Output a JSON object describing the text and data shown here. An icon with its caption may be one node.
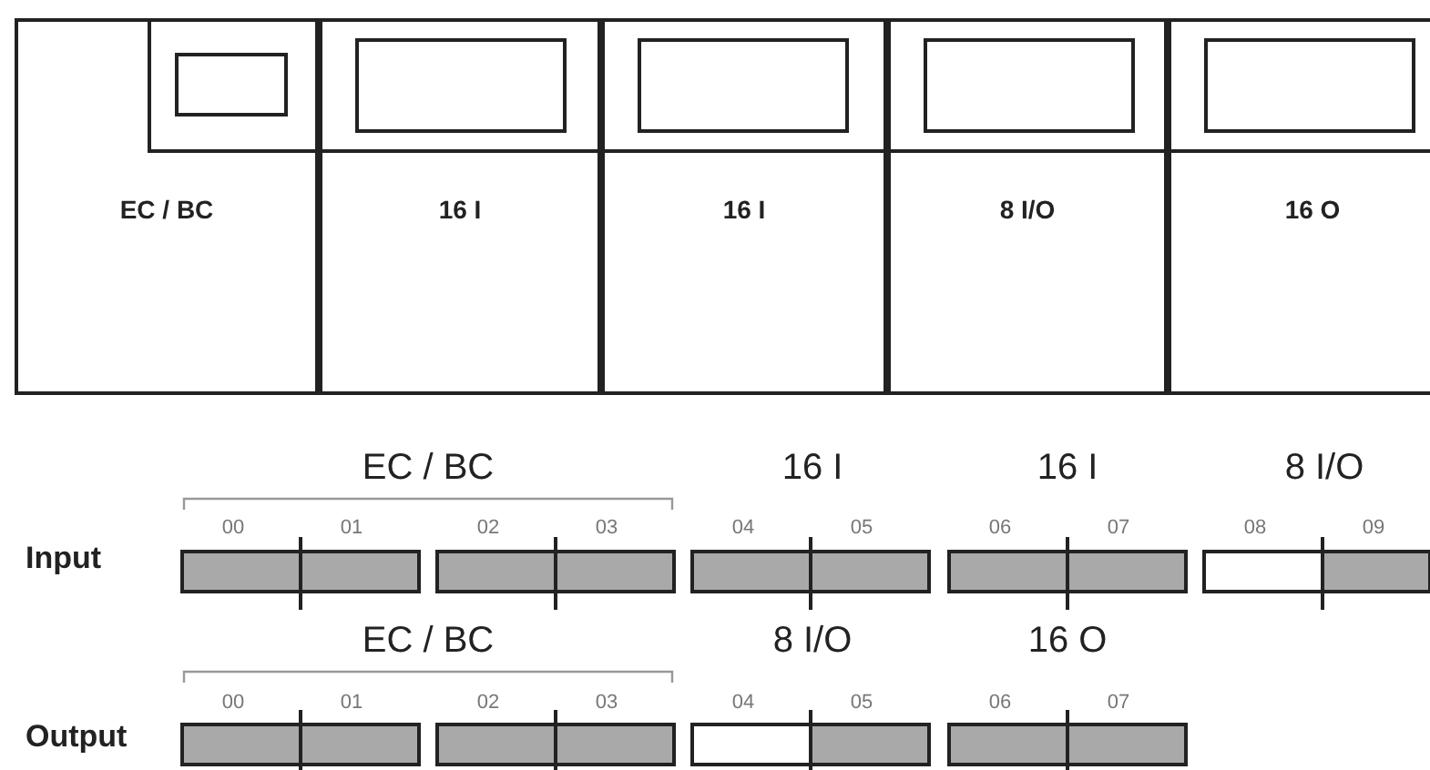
{
  "diagram": {
    "nodes": [
      {
        "text": [
          "EC / BC"
        ]
      },
      {
        "text": [
          "16 I"
        ]
      },
      {
        "text": [
          "16 I"
        ]
      },
      {
        "text": [
          "8 I/O"
        ]
      },
      {
        "text": [
          "16 O"
        ]
      }
    ],
    "labels": [
      "EC / BC",
      "16 I",
      "16 I",
      "8 I/O",
      "Input",
      "00",
      "01",
      "02",
      "03",
      "04",
      "05",
      "06",
      "07",
      "08",
      "09",
      "EC / BC",
      "8 I/O",
      "16 O",
      "Output",
      "00",
      "01",
      "02",
      "03",
      "04",
      "05",
      "06",
      "07"
    ]
  }
}
